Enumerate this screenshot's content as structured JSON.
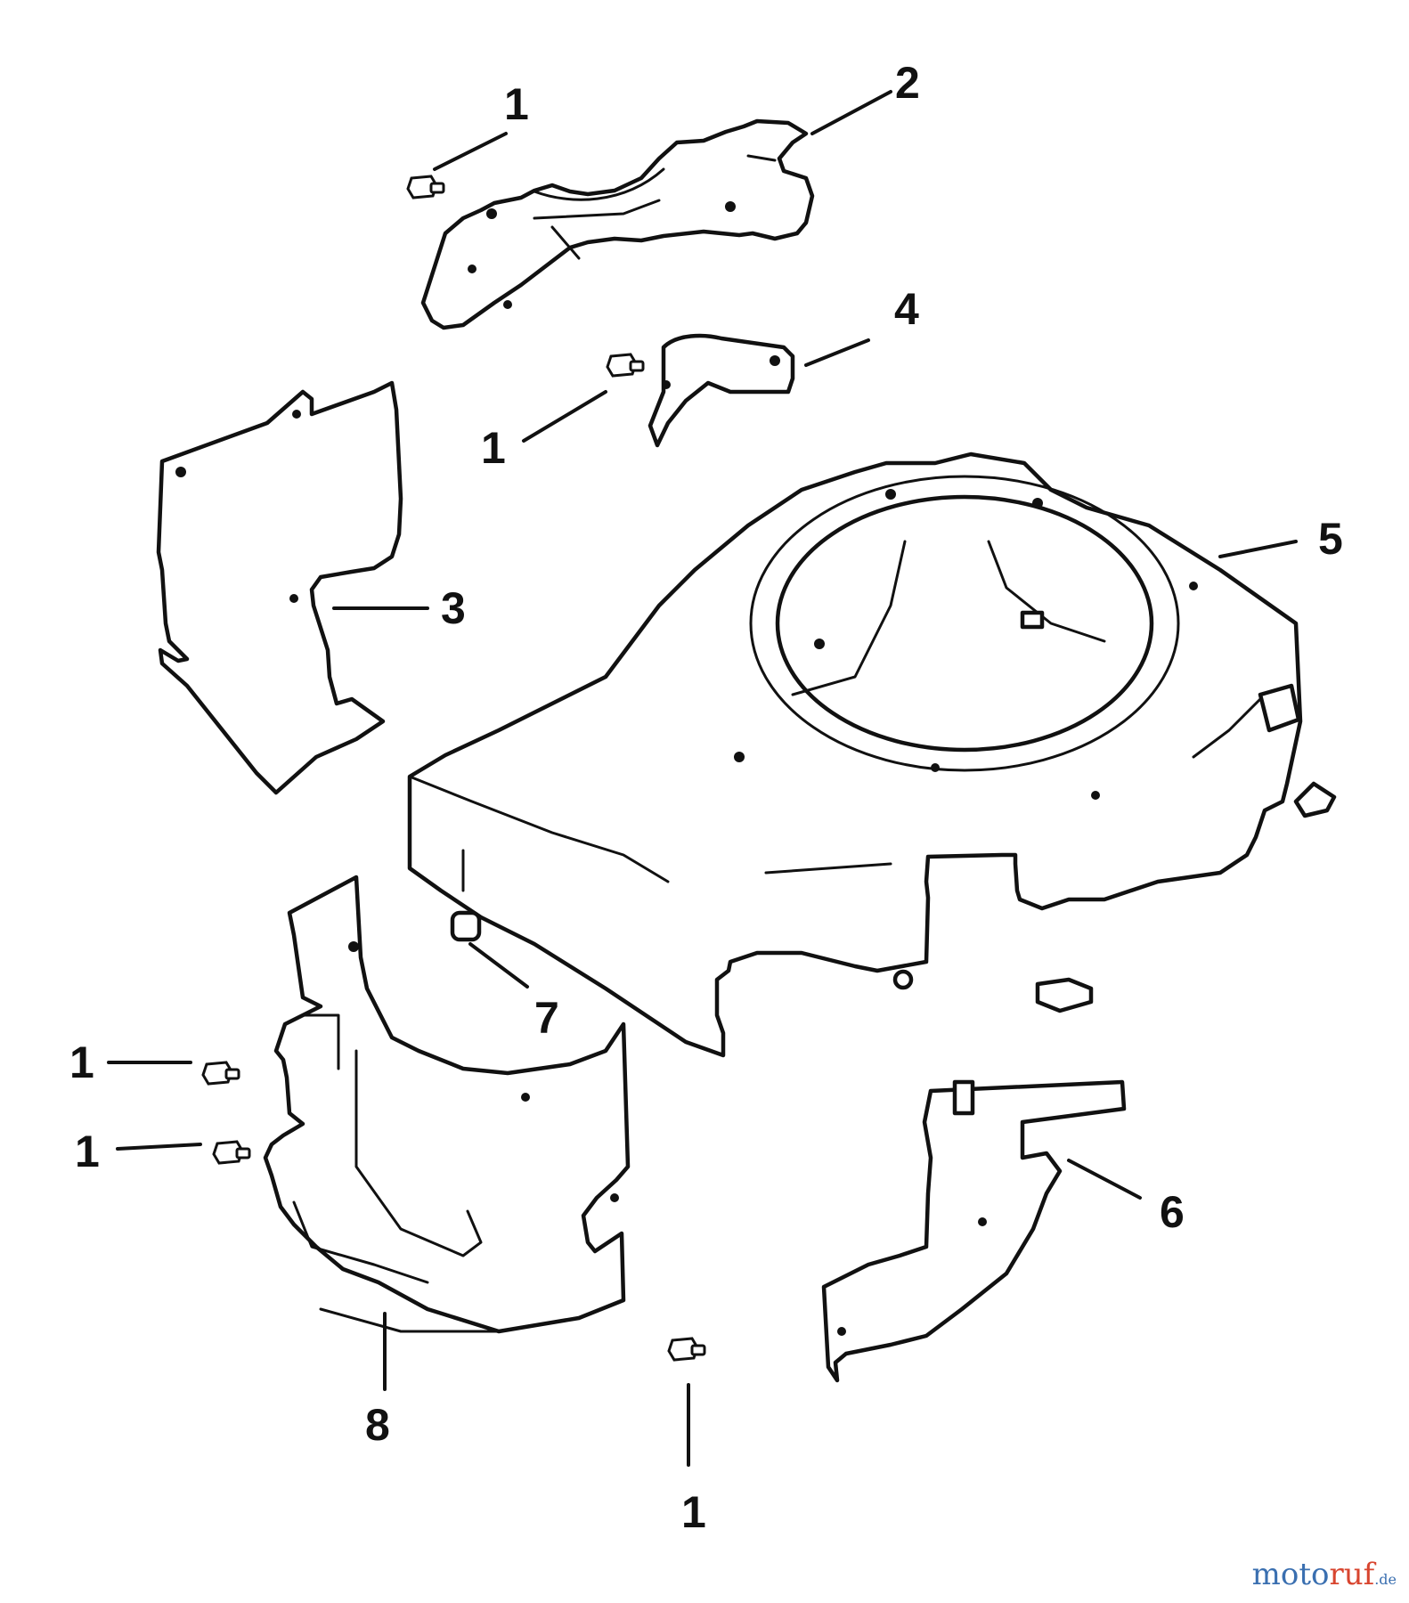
{
  "callouts": [
    {
      "id": "c1a",
      "label": "1"
    },
    {
      "id": "c2",
      "label": "2"
    },
    {
      "id": "c4",
      "label": "4"
    },
    {
      "id": "c1b",
      "label": "1"
    },
    {
      "id": "c5",
      "label": "5"
    },
    {
      "id": "c3",
      "label": "3"
    },
    {
      "id": "c7",
      "label": "7"
    },
    {
      "id": "c1c",
      "label": "1"
    },
    {
      "id": "c1d",
      "label": "1"
    },
    {
      "id": "c6",
      "label": "6"
    },
    {
      "id": "c8",
      "label": "8"
    },
    {
      "id": "c1e",
      "label": "1"
    }
  ],
  "watermark": {
    "part1": "moto",
    "part2": "ruf",
    "part3": ".de"
  }
}
